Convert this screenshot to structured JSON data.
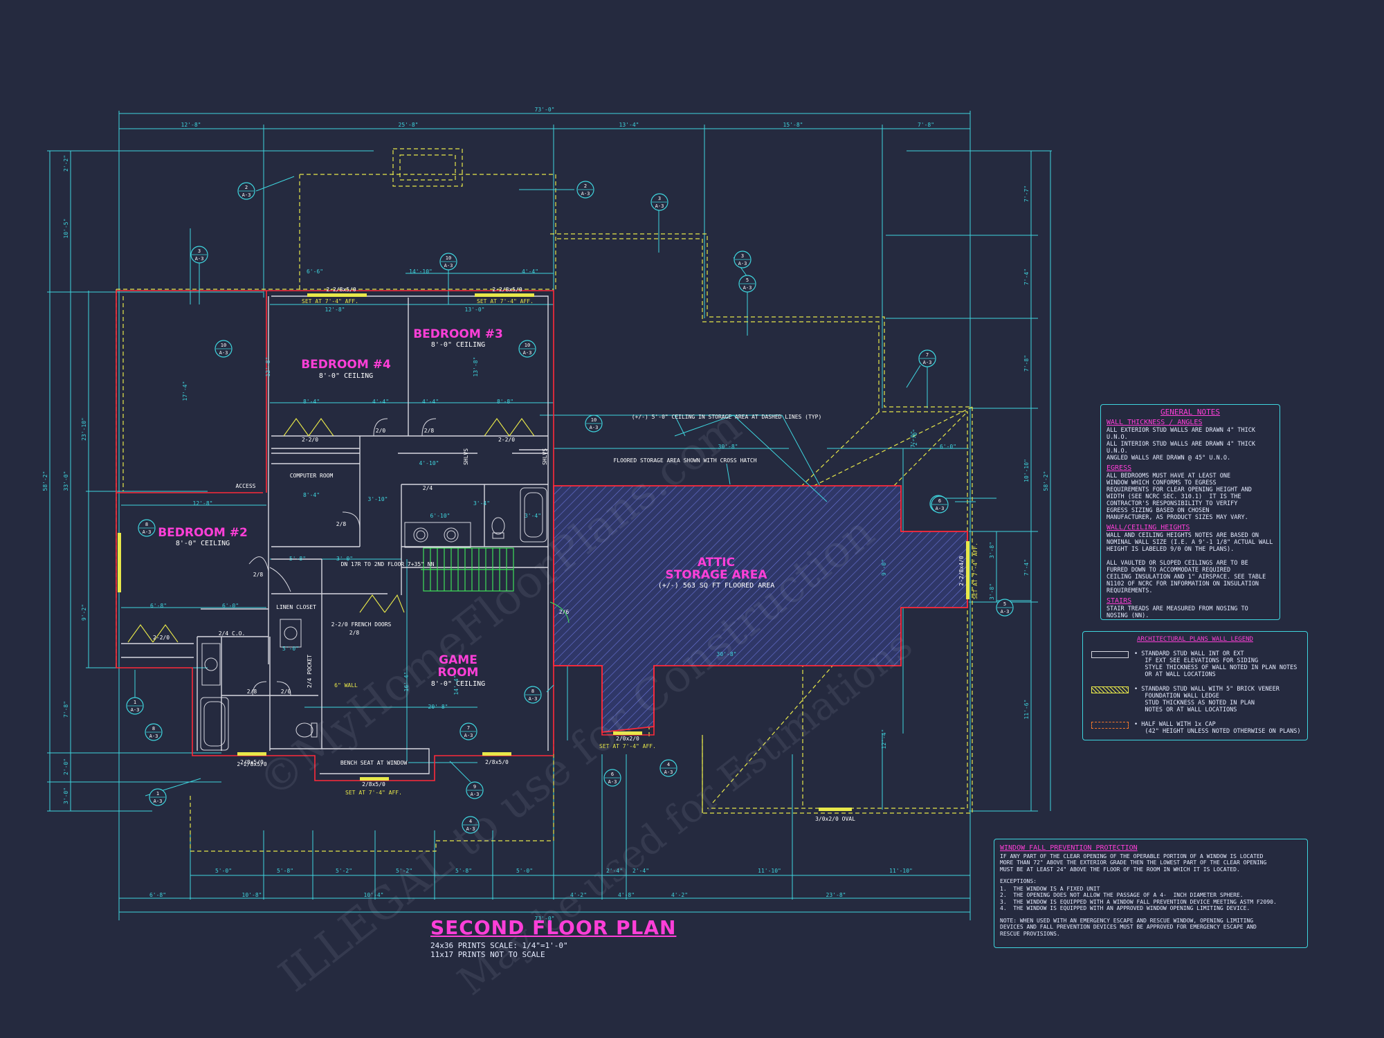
{
  "dimensions": {
    "overall_top": "73'-0\"",
    "top_segments": [
      "12'-8\"",
      "25'-8\"",
      "13'-4\"",
      "15'-8\"",
      "7'-8\""
    ],
    "overall_bottom": "73'-0\"",
    "bottom_segments_1": [
      "6'-8\"",
      "10'-8\"",
      "10'-4\"",
      "4'-2\"",
      "4'-8\"",
      "4'-2\"",
      "23'-8\""
    ],
    "bottom_segments_2": [
      "5'-0\"",
      "5'-8\"",
      "5'-2\"",
      "5'-2\"",
      "5'-8\"",
      "5'-0\"",
      "2'-4\"",
      "2'-4\"",
      "11'-10\"",
      "11'-10\""
    ],
    "left_overall": "58'-2\"",
    "left_segments": [
      "2'-2\"",
      "10'-5\"",
      "33'-0\"",
      "23'-10\"",
      "9'-2\"",
      "7'-8\"",
      "2'-0\"",
      "3'-0\""
    ],
    "right_overall": "58'-2\"",
    "right_segments": [
      "7'-7\"",
      "7'-4\"",
      "7'-8\"",
      "10'-10\"",
      "3'-8\"",
      "7'-4\"",
      "3'-8\"",
      "11'-6\""
    ],
    "interior": [
      "6'-6\"",
      "14'-10\"",
      "4'-4\"",
      "12'-8\"",
      "13'-0\"",
      "8'-4\"",
      "4'-4\"",
      "4'-4\"",
      "8'-8\"",
      "4'-10\"",
      "8'-4\"",
      "3'-10\"",
      "12'-8\"",
      "5'-8\"",
      "3'-0\"",
      "6'-10\"",
      "3'-4\"",
      "3'-4\"",
      "6'-8\"",
      "6'-0\"",
      "5'-0\"",
      "20'-8\"",
      "30'-8\"",
      "30'-8\"",
      "6'-0\"",
      "17'-4\"",
      "12'-8\"",
      "13'-8\"",
      "16'-4\"",
      "14'-4\"",
      "12'-4\"",
      "9'-0\"",
      "2'-0\"",
      "7'-0\""
    ]
  },
  "rooms": [
    {
      "name": "BEDROOM #4",
      "ceiling": "8'-0\" CEILING"
    },
    {
      "name": "BEDROOM #3",
      "ceiling": "8'-0\" CEILING"
    },
    {
      "name": "BEDROOM #2",
      "ceiling": "8'-0\" CEILING"
    },
    {
      "name": "GAME",
      "name2": "ROOM",
      "ceiling": "8'-0\" CEILING"
    },
    {
      "name": "ATTIC",
      "name2": "STORAGE AREA",
      "ceiling": "(+/-) 563 SQ FT FLOORED AREA"
    }
  ],
  "labels": {
    "window_note_1": "SET AT 7'-4\" AFF.",
    "window_note_2": "SET AT 7'-4\" AFF.",
    "window_size_1": "2-2/8x5/0",
    "window_size_2": "2-2/8x5/0",
    "computer_room": "COMPUTER ROOM",
    "access": "ACCESS",
    "on_to_2nd": "DN 17R TO 2ND FLOOR 7+35\" NN",
    "linen_closet": "LINEN CLOSET",
    "french_doors": "2-2/0 FRENCH DOORS",
    "bench_seat": "BENCH SEAT AT WINDOW",
    "bench_window": "2/8x5/0",
    "bench_set": "SET AT 7'-4\" AFF.",
    "floored_storage": "FLOORED STORAGE AREA SHOWN WITH CROSS HATCH",
    "ceiling_storage": "(+/-) 5'-0\" CEILING IN STORAGE AREA AT DASHED LINES (TYP)",
    "half_wall": "6\" WALL",
    "right_window": "2-2/8x4/0",
    "right_window_set": "SET AT 7'-4\" AFF.",
    "oval_window": "3/0x2/0 OVAL",
    "bottom_window_1": "2/8x5/0",
    "bottom_window_2": "2/8x5/0",
    "attic_window": "2/0x2/0",
    "attic_window_set": "SET AT 7'-4\" AFF.",
    "door_labels": [
      "2-2/0",
      "2/0",
      "2/8",
      "2-2/0",
      "2/4",
      "2/8",
      "2/8",
      "2/6",
      "2/4 C.O.",
      "2/8",
      "2/0",
      "2-2/0",
      "2/8",
      "2/4 POCKET",
      "SHLVS",
      "SHLVS",
      "2-2/8x5/0"
    ]
  },
  "bubbles": [
    {
      "num": "2",
      "sheet": "A-3"
    },
    {
      "num": "3",
      "sheet": "A-3"
    },
    {
      "num": "2",
      "sheet": "A-3"
    },
    {
      "num": "3",
      "sheet": "A-3"
    },
    {
      "num": "3",
      "sheet": "A-3"
    },
    {
      "num": "5",
      "sheet": "A-3"
    },
    {
      "num": "10",
      "sheet": "A-3"
    },
    {
      "num": "10",
      "sheet": "A-3"
    },
    {
      "num": "10",
      "sheet": "A-3"
    },
    {
      "num": "10",
      "sheet": "A-3"
    },
    {
      "num": "4",
      "sheet": "A-3"
    },
    {
      "num": "4",
      "sheet": "A-3"
    },
    {
      "num": "5",
      "sheet": "A-3"
    },
    {
      "num": "6",
      "sheet": "A-3"
    },
    {
      "num": "8",
      "sheet": "A-3"
    },
    {
      "num": "1",
      "sheet": "A-3"
    },
    {
      "num": "8",
      "sheet": "A-3"
    },
    {
      "num": "1",
      "sheet": "A-3"
    },
    {
      "num": "8",
      "sheet": "A-3"
    },
    {
      "num": "7",
      "sheet": "A-3"
    },
    {
      "num": "9",
      "sheet": "A-3"
    },
    {
      "num": "4",
      "sheet": "A-3"
    },
    {
      "num": "6",
      "sheet": "A-3"
    },
    {
      "num": "4",
      "sheet": "A-3"
    },
    {
      "num": "7",
      "sheet": "A-3"
    }
  ],
  "general_notes": {
    "heading": "GENERAL NOTES",
    "sections": [
      {
        "title": "WALL THICKNESS / ANGLES",
        "body": "ALL EXTERIOR STUD WALLS ARE DRAWN 4\" THICK U.N.O.\nALL INTERIOR STUD WALLS ARE DRAWN 4\" THICK U.N.O.\nANGLED WALLS ARE DRAWN @ 45° U.N.O."
      },
      {
        "title": "EGRESS",
        "body": "ALL BEDROOMS MUST HAVE AT LEAST ONE\nWINDOW WHICH CONFORMS TO EGRESS\nREQUIREMENTS FOR CLEAR OPENING HEIGHT AND\nWIDTH (SEE NCRC SEC. 310.1)  IT IS THE\nCONTRACTOR'S RESPONSIBILITY TO VERIFY\nEGRESS SIZING BASED ON CHOSEN\nMANUFACTURER, AS PRODUCT SIZES MAY VARY."
      },
      {
        "title": "WALL/CEILING HEIGHTS",
        "body": "WALL AND CEILING HEIGHTS NOTES ARE BASED ON\nNOMINAL WALL SIZE (I.E. A 9'-1 1/8\" ACTUAL WALL\nHEIGHT IS LABELED 9/0 ON THE PLANS).\n\nALL VAULTED OR SLOPED CEILINGS ARE TO BE\nFURRED DOWN TO ACCOMMODATE REQUIRED\nCEILING INSULATION AND 1\" AIRSPACE. SEE TABLE\nN1102 OF NCRC FOR INFORMATION ON INSULATION\nREQUIREMENTS."
      },
      {
        "title": "STAIRS",
        "body": "STAIR TREADS ARE MEASURED FROM NOSING TO\nNOSING (NN)."
      }
    ]
  },
  "wall_legend": {
    "heading": "ARCHITECTURAL PLANS WALL LEGEND",
    "items": [
      {
        "text": "• STANDARD STUD WALL INT OR EXT\n   IF EXT SEE ELEVATIONS FOR SIDING\n   STYLE THICKNESS OF WALL NOTED IN PLAN NOTES\n   OR AT WALL LOCATIONS",
        "color": "#d8d8e0"
      },
      {
        "text": "• STANDARD STUD WALL WITH 5\" BRICK VENEER\n   FOUNDATION WALL LEDGE\n   STUD THICKNESS AS NOTED IN PLAN\n   NOTES OR AT WALL LOCATIONS",
        "color": "#e8e84a"
      },
      {
        "text": "• HALF WALL WITH 1x CAP\n   (42\" HEIGHT UNLESS NOTED OTHERWISE ON PLANS)",
        "color": "#ff7a2a"
      }
    ]
  },
  "fall_protection": {
    "heading": "WINDOW FALL PREVENTION PROTECTION",
    "intro": "IF ANY PART OF THE CLEAR OPENING OF THE OPERABLE PORTION OF A WINDOW IS LOCATED\nMORE THAN 72\" ABOVE THE EXTERIOR GRADE THEN THE LOWEST PART OF THE CLEAR OPENING\nMUST BE AT LEAST 24\" ABOVE THE FLOOR OF THE ROOM IN WHICH IT IS LOCATED.",
    "exceptions_title": "EXCEPTIONS:",
    "exceptions": "1.  THE WINDOW IS A FIXED UNIT\n2.  THE OPENING DOES NOT ALLOW THE PASSAGE OF A 4-  INCH DIAMETER SPHERE.\n3.  THE WINDOW IS EQUIPPED WITH A WINDOW FALL PREVENTION DEVICE MEETING ASTM F2090.\n4.  THE WINDOW IS EQUIPPED WITH AN APPROVED WINDOW OPENING LIMITING DEVICE.",
    "note": "NOTE: WHEN USED WITH AN EMERGENCY ESCAPE AND RESCUE WINDOW, OPENING LIMITING\nDEVICES AND FALL PREVENTION DEVICES MUST BE APPROVED FOR EMERGENCY ESCAPE AND\nRESCUE PROVISIONS."
  },
  "title_block": {
    "title": "SECOND FLOOR PLAN",
    "scale_1": "24x36 PRINTS SCALE: 1/4\"=1'-0\"",
    "scale_2": "11x17 PRINTS NOT TO SCALE"
  },
  "watermark": {
    "line1": "©MyHomeFloorPlans.com",
    "line2": "ILLEGAL to use for Construction",
    "line3": "May be used for Estimations"
  },
  "colors": {
    "background": "#252a3f",
    "dimension": "#3fd6df",
    "room_label": "#ff3fd8",
    "exterior_wall": "#ff2a3a",
    "dashed_outline": "#e8e84a",
    "hatch": "#5a64c8"
  }
}
